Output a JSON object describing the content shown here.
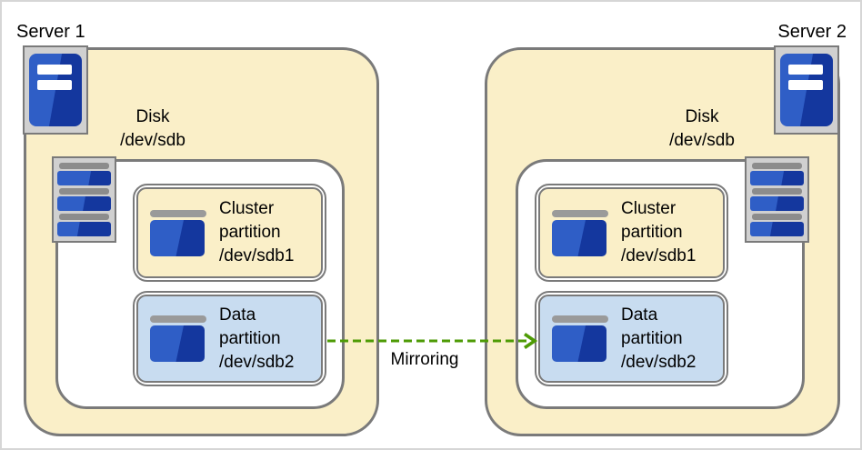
{
  "servers": [
    {
      "label": "Server 1",
      "disk": {
        "label": "Disk",
        "device": "/dev/sdb"
      },
      "partitions": [
        {
          "name": "cluster-partition",
          "line1": "Cluster",
          "line2": "partition",
          "line3": "/dev/sdb1"
        },
        {
          "name": "data-partition",
          "line1": "Data",
          "line2": "partition",
          "line3": "/dev/sdb2"
        }
      ]
    },
    {
      "label": "Server 2",
      "disk": {
        "label": "Disk",
        "device": "/dev/sdb"
      },
      "partitions": [
        {
          "name": "cluster-partition",
          "line1": "Cluster",
          "line2": "partition",
          "line3": "/dev/sdb1"
        },
        {
          "name": "data-partition",
          "line1": "Data",
          "line2": "partition",
          "line3": "/dev/sdb2"
        }
      ]
    }
  ],
  "arrow": {
    "label": "Mirroring",
    "direction": "left-to-right",
    "color": "#4E9B05"
  },
  "colors": {
    "server_box_fill": "#FAEFC8",
    "cluster_partition_fill": "#FAEFC8",
    "data_partition_fill": "#C8DCF0",
    "border_gray": "#7A7A7A",
    "icon_frame_fill": "#D0D0D0",
    "icon_blue_bright": "#2F5EC6",
    "icon_blue_dark": "#14379E",
    "icon_bar_gray": "#8C8C8C",
    "arrow_green": "#4E9B05",
    "canvas_border": "#D6D6D6"
  }
}
